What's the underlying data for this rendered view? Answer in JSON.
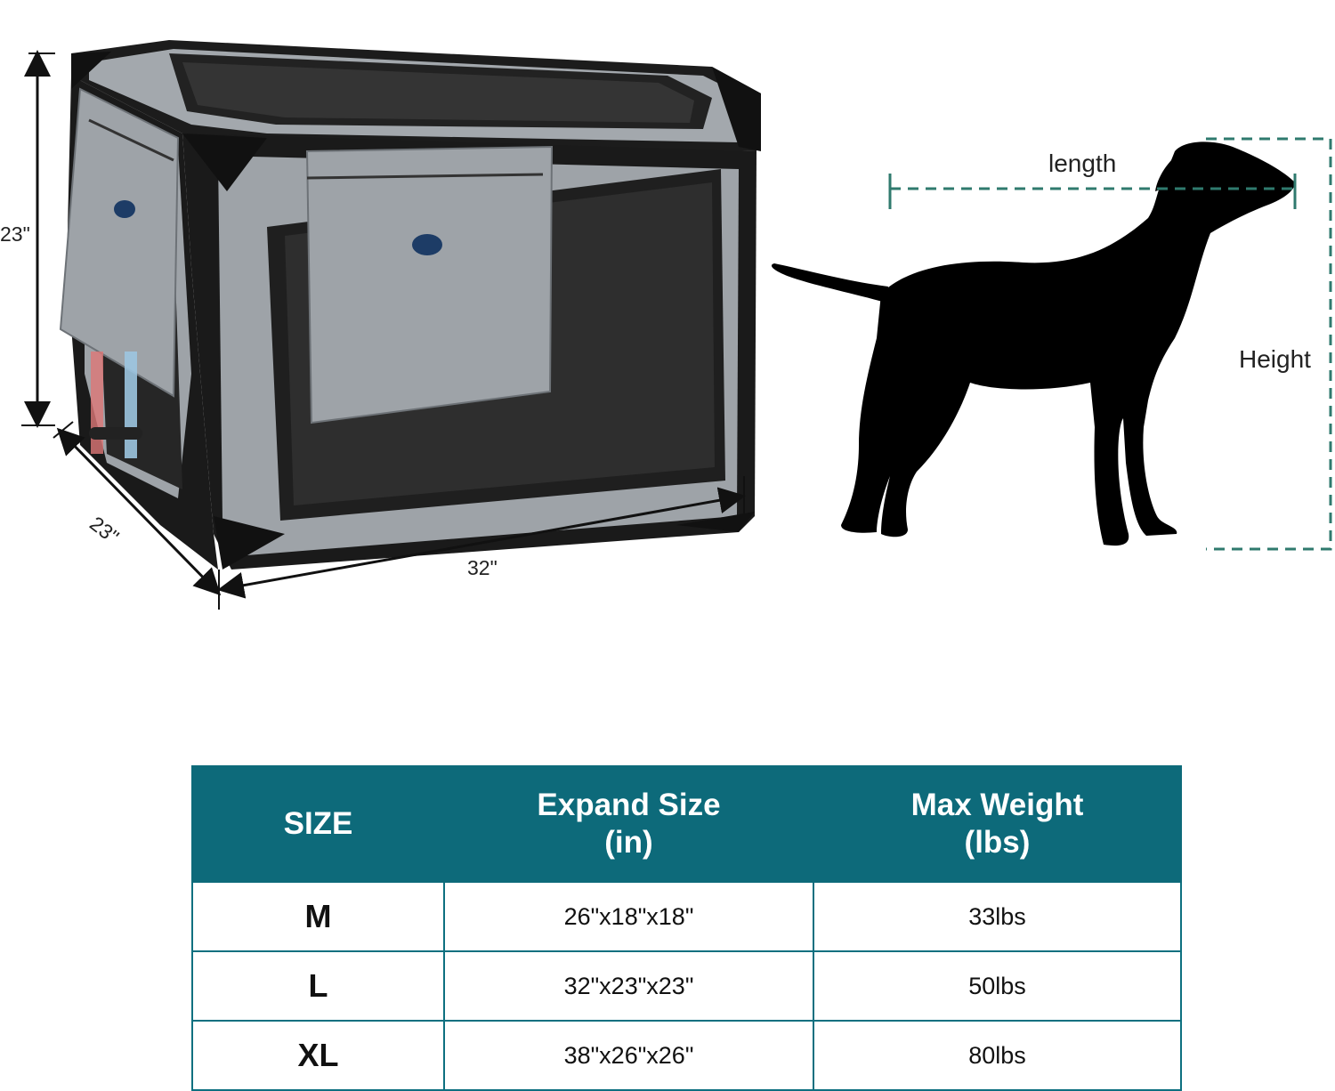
{
  "dimensions": {
    "height": "23\"",
    "depth": "23\"",
    "width": "32\""
  },
  "dog_diagram": {
    "length_label": "length",
    "height_label": "Height"
  },
  "colors": {
    "header_bg": "#0d6a7a",
    "border": "#0d7080",
    "dashed_line": "#2f7a6e",
    "crate_gray": "#9ea3a8",
    "crate_black": "#1a1a1a"
  },
  "table": {
    "headers": [
      [
        "SIZE"
      ],
      [
        "Expand Size",
        "(in)"
      ],
      [
        "Max Weight",
        "(lbs)"
      ]
    ],
    "rows": [
      {
        "size": "M",
        "expand": "26\"x18\"x18\"",
        "weight": "33lbs"
      },
      {
        "size": "L",
        "expand": "32\"x23\"x23\"",
        "weight": "50lbs"
      },
      {
        "size": "XL",
        "expand": "38\"x26\"x26\"",
        "weight": "80lbs"
      }
    ]
  }
}
